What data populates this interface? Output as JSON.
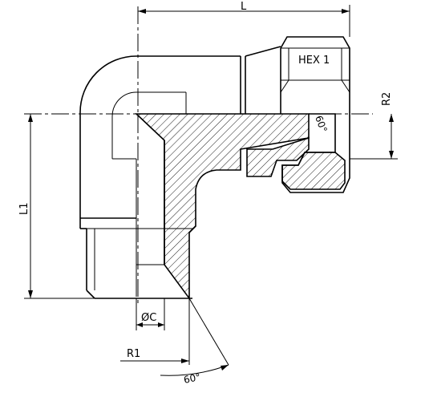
{
  "drawing": {
    "dimensions": {
      "length": "L",
      "height": "L1",
      "hex_size": "HEX 1",
      "radius_nut": "R2",
      "radius_base": "R1",
      "bore": "ØC",
      "angle_cone": "60°",
      "angle_base": "60°"
    }
  }
}
